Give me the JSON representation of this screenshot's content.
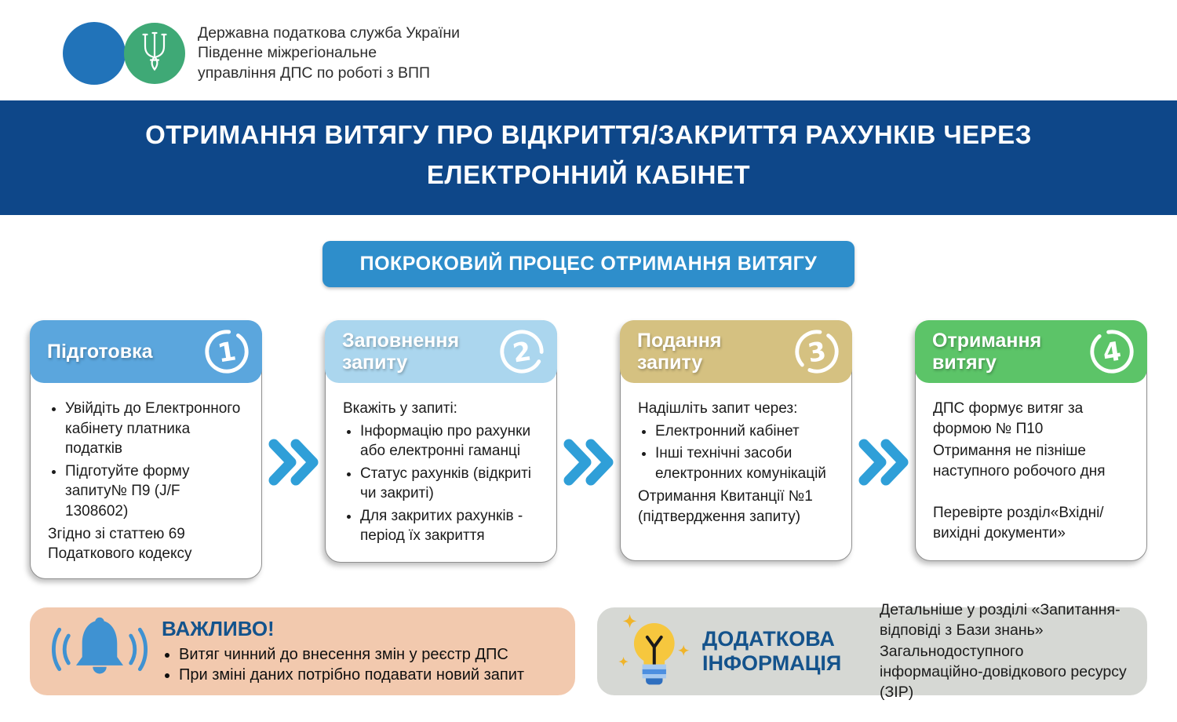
{
  "colors": {
    "banner_bg": "#0E4789",
    "pill_bg": "#2E8ECB",
    "step1_header": "#5BA6DD",
    "step2_header": "#ABD6EE",
    "step3_header": "#D5C181",
    "step4_header": "#5CC468",
    "arrow_blue": "#2F9FD8",
    "important_bg": "#F2C9AE",
    "info_bg": "#D6D8D4",
    "accent_title_blue": "#14538C",
    "logo_blue": "#2173B9",
    "logo_green": "#3FA976",
    "bell_blue": "#3F92D2",
    "bulb_yellow": "#F6C73E"
  },
  "icons": {
    "logo": "trident-icon",
    "important": "bell-icon",
    "additional": "lightbulb-icon",
    "step_separator": "double-chevron-right-icon"
  },
  "logo": {
    "lines": [
      "Державна податкова служба України",
      "Південне міжрегіональне",
      "управління ДПС по роботі з ВПП"
    ]
  },
  "banner": {
    "title": "ОТРИМАННЯ ВИТЯГУ ПРО ВІДКРИТТЯ/ЗАКРИТТЯ РАХУНКІВ ЧЕРЕЗ ЕЛЕКТРОННИЙ КАБІНЕТ"
  },
  "pill": {
    "label": "ПОКРОКОВИЙ ПРОЦЕС ОТРИМАННЯ ВИТЯГУ"
  },
  "steps": [
    {
      "number": "1",
      "title": "Підготовка",
      "bullets": [
        "Увійдіть до Електронного кабінету платника податків",
        "Підготуйте форму запиту№ П9 (J/F 1308602)"
      ],
      "footer": "Згідно зі статтею 69 Податкового кодексу"
    },
    {
      "number": "2",
      "title": "Заповнення запиту",
      "intro": "Вкажіть у запиті:",
      "bullets": [
        "Інформацію про рахунки або електронні гаманці",
        "Статус рахунків (відкриті чи закриті)",
        "Для закритих рахунків - період їх закриття"
      ]
    },
    {
      "number": "3",
      "title": "Подання запиту",
      "intro": "Надішліть запит через:",
      "bullets": [
        "Електронний кабінет",
        "Інші технічні засоби електронних комунікацій"
      ],
      "footer": "Отримання Квитанції №1 (підтвердження запиту)"
    },
    {
      "number": "4",
      "title": "Отримання витягу",
      "paragraphs": [
        "ДПС формує витяг за формою № П10",
        "Отримання не пізніше наступного робочого дня",
        "",
        "Перевірте розділ«Вхідні/ вихідні документи»"
      ]
    }
  ],
  "important": {
    "title": "ВАЖЛИВО!",
    "bullets": [
      "Витяг чинний до внесення змін у реєстр ДПС",
      "При зміні даних потрібно подавати новий запит"
    ]
  },
  "additional": {
    "title": "ДОДАТКОВА ІНФОРМАЦІЯ",
    "text": "Детальніше у розділі «Запитання-відповіді з Бази знань» Загальнодоступного інформаційно-довідкового ресурсу (ЗІР)"
  }
}
